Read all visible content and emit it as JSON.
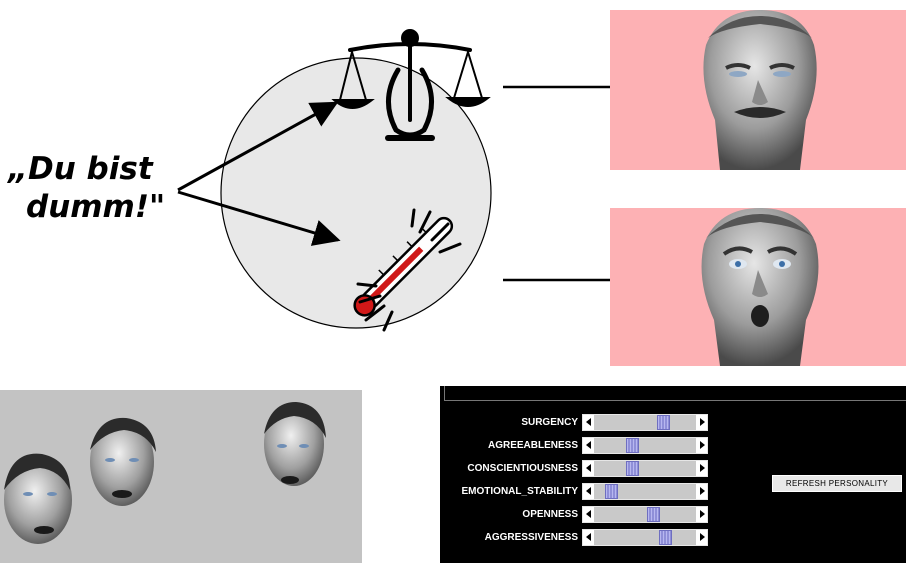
{
  "quote": {
    "line1": "„Du bist",
    "line2": "dumm!\""
  },
  "icons": {
    "appraisal": "scale-icon",
    "emotion": "thermometer-icon"
  },
  "colors": {
    "face_panel_bg": "#fdb1b4",
    "heads_bg": "#c3c3c3",
    "circle_fill": "#e8e8e8",
    "slider_thumb": "#9b9be0"
  },
  "personality_panel": {
    "refresh_label": "REFRESH PERSONALITY",
    "sliders": [
      {
        "label": "SURGENCY",
        "value": 0.71
      },
      {
        "label": "AGREEABLENESS",
        "value": 0.36
      },
      {
        "label": "CONSCIENTIOUSNESS",
        "value": 0.36
      },
      {
        "label": "EMOTIONAL_STABILITY",
        "value": 0.12
      },
      {
        "label": "OPENNESS",
        "value": 0.59
      },
      {
        "label": "AGGRESSIVENESS",
        "value": 0.73
      }
    ]
  }
}
